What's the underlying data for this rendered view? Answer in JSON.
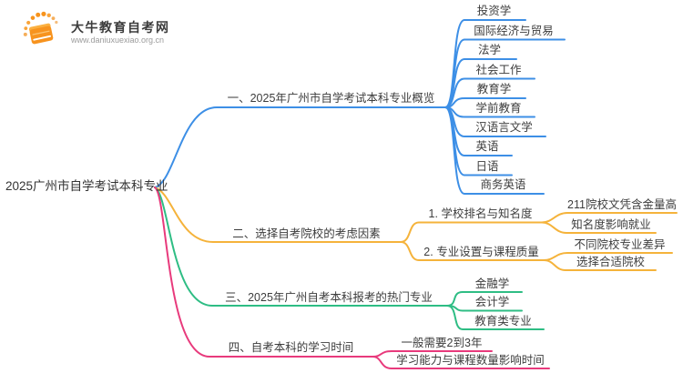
{
  "colors": {
    "branch1": "#3d8fe6",
    "branch2": "#f5b33b",
    "branch3": "#2ebd84",
    "branch4": "#e83a7c",
    "logo_orange": "#f7931e",
    "logo_orange_light": "#fbb040",
    "text": "#3d3d3d"
  },
  "logo": {
    "title": "大牛教育自考网",
    "url": "www.daniuxuexiao.org.cn"
  },
  "root": {
    "label": "2025广州市自学考试本科专业"
  },
  "branches": [
    {
      "label": "一、2025年广州市自学考试本科专业概览",
      "children": [
        "投资学",
        "国际经济与贸易",
        "法学",
        "社会工作",
        "教育学",
        "学前教育",
        "汉语言文学",
        "英语",
        "日语",
        "商务英语"
      ]
    },
    {
      "label": "二、选择自考院校的考虑因素",
      "children": [
        {
          "label": "1. 学校排名与知名度",
          "children": [
            "211院校文凭含金量高",
            "知名度影响就业"
          ]
        },
        {
          "label": "2. 专业设置与课程质量",
          "children": [
            "不同院校专业差异",
            "选择合适院校"
          ]
        }
      ]
    },
    {
      "label": "三、2025年广州自考本科报考的热门专业",
      "children": [
        "金融学",
        "会计学",
        "教育类专业"
      ]
    },
    {
      "label": "四、自考本科的学习时间",
      "children": [
        "一般需要2到3年",
        "学习能力与课程数量影响时间"
      ]
    }
  ]
}
